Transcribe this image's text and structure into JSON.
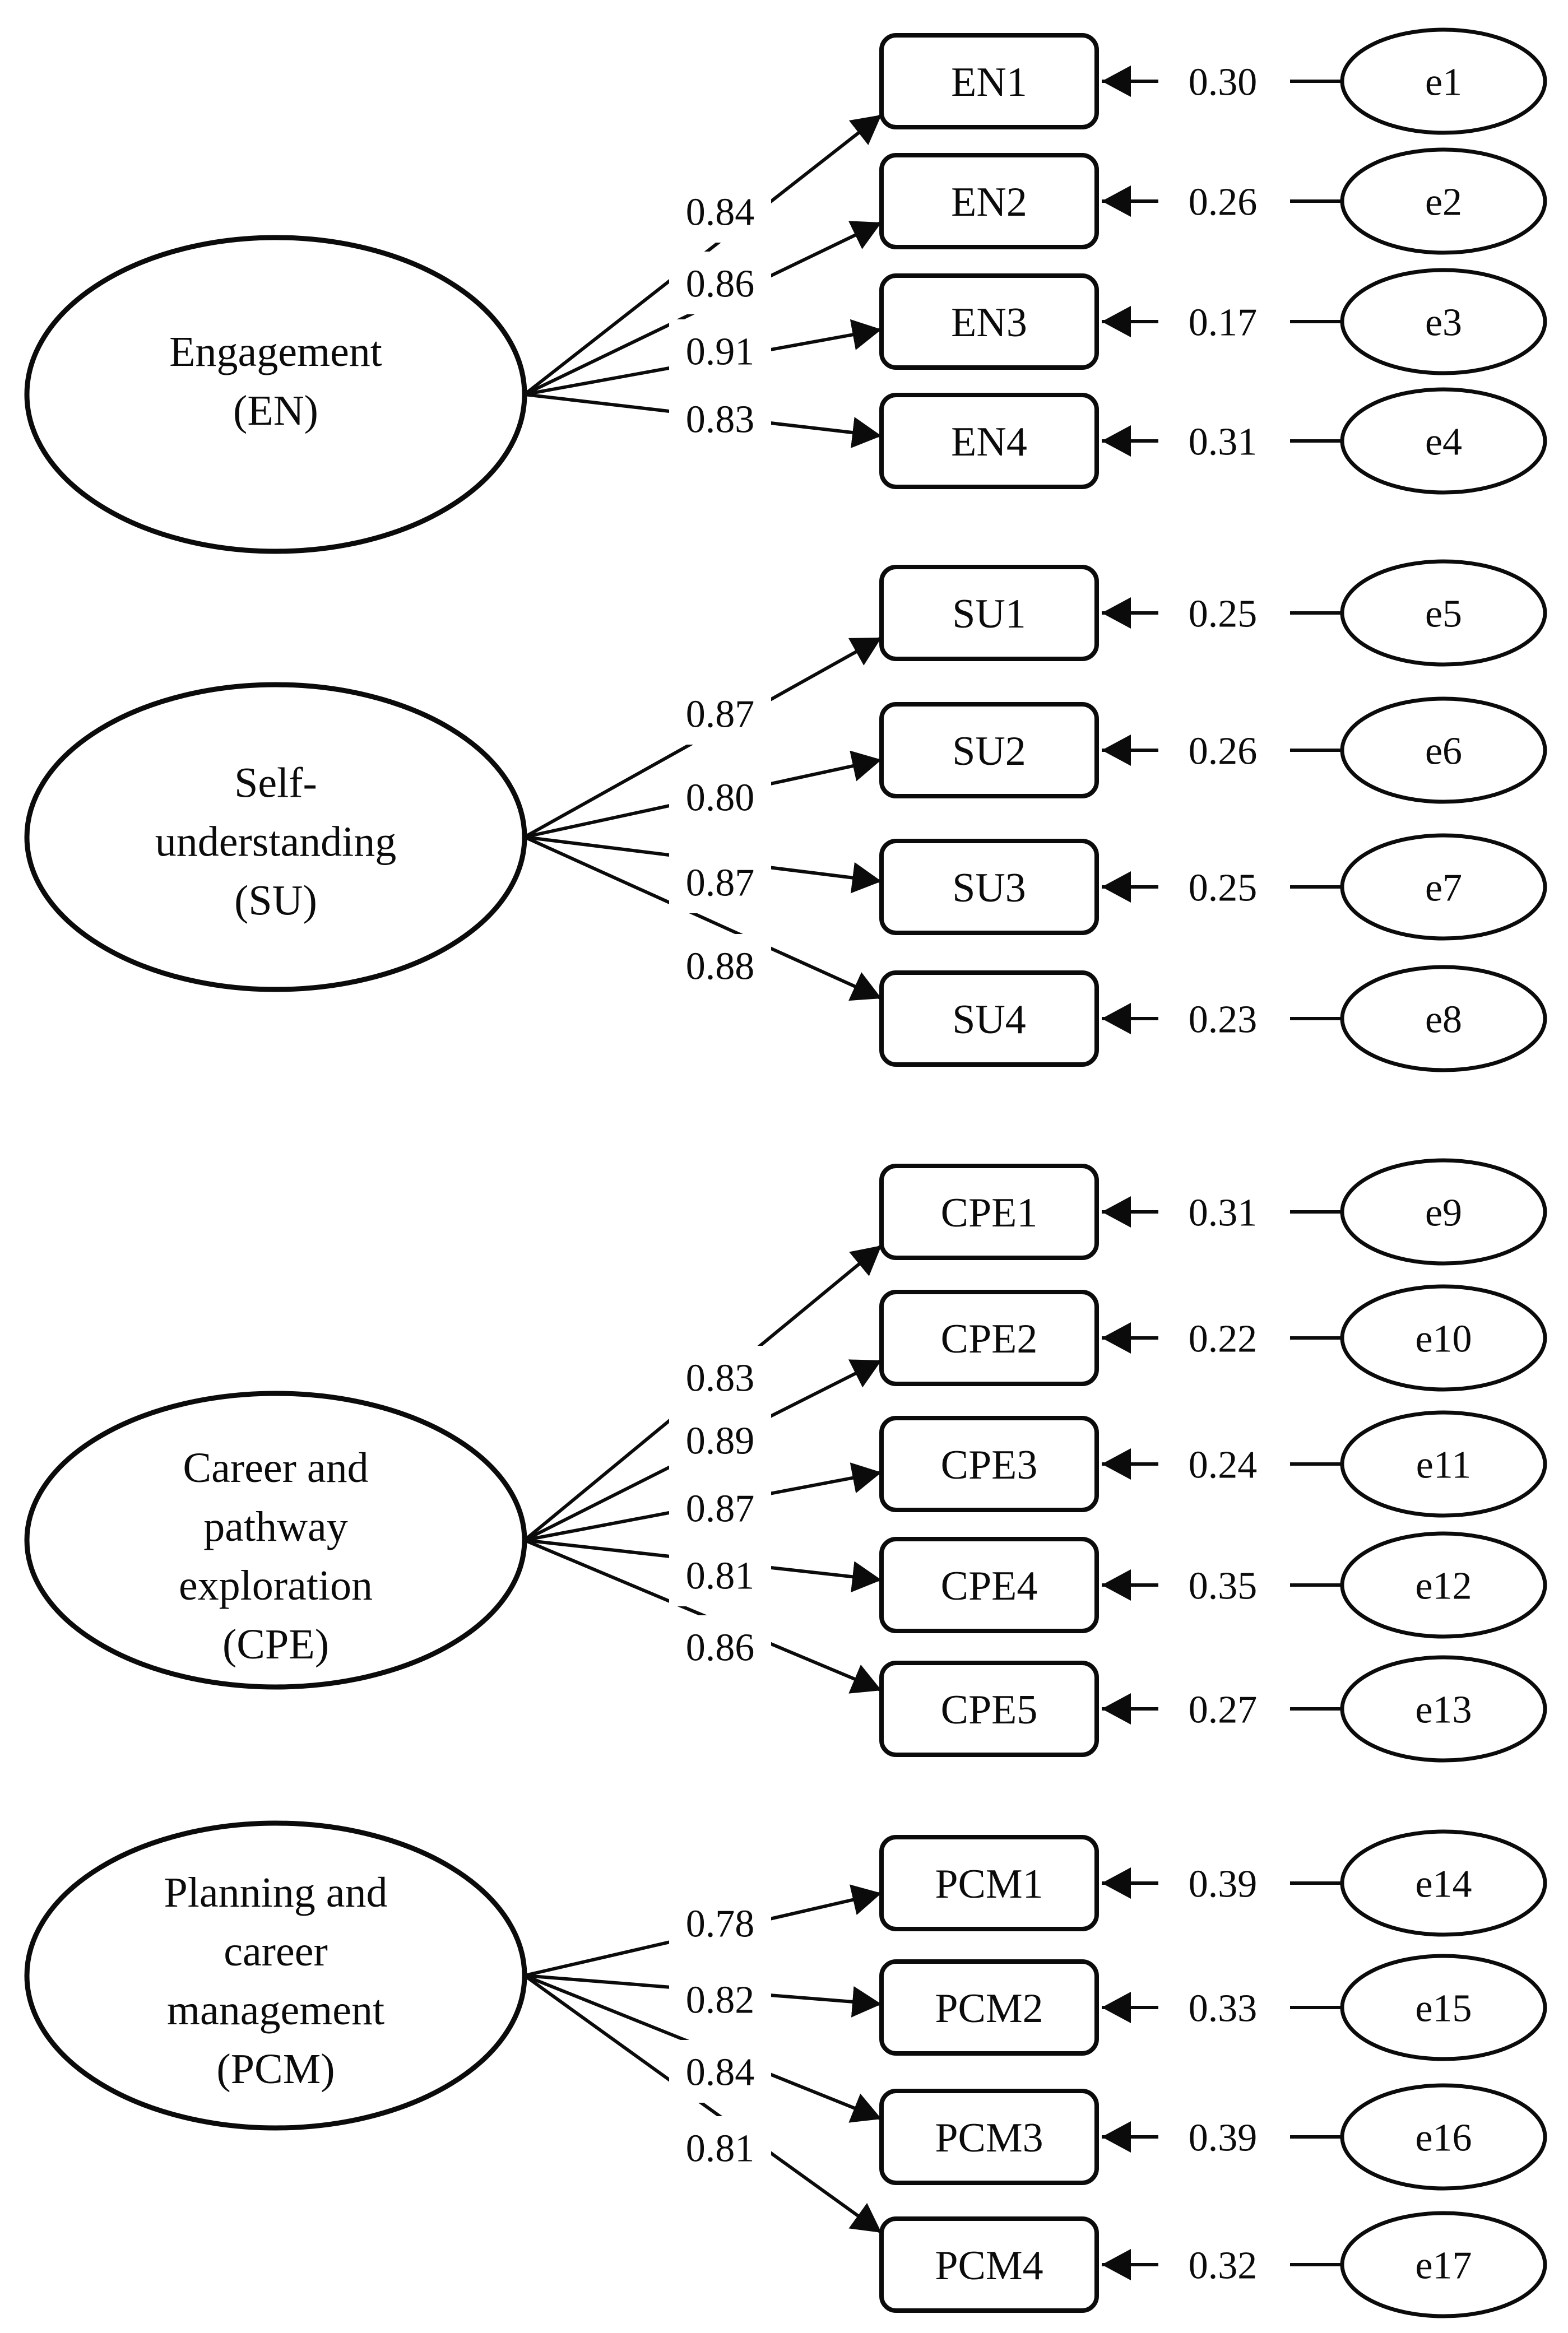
{
  "diagram": {
    "type": "confirmatory-factor-analysis-path-model",
    "colors": {
      "stroke": "#0b0b0b",
      "background": "#ffffff"
    },
    "factors": [
      {
        "id": "EN",
        "label_lines": [
          "Engagement",
          "(EN)"
        ],
        "indicators": [
          {
            "name": "EN1",
            "loading": "0.84",
            "error_value": "0.30",
            "error_name": "e1"
          },
          {
            "name": "EN2",
            "loading": "0.86",
            "error_value": "0.26",
            "error_name": "e2"
          },
          {
            "name": "EN3",
            "loading": "0.91",
            "error_value": "0.17",
            "error_name": "e3"
          },
          {
            "name": "EN4",
            "loading": "0.83",
            "error_value": "0.31",
            "error_name": "e4"
          }
        ]
      },
      {
        "id": "SU",
        "label_lines": [
          "Self-",
          "understanding",
          "(SU)"
        ],
        "indicators": [
          {
            "name": "SU1",
            "loading": "0.87",
            "error_value": "0.25",
            "error_name": "e5"
          },
          {
            "name": "SU2",
            "loading": "0.80",
            "error_value": "0.26",
            "error_name": "e6"
          },
          {
            "name": "SU3",
            "loading": "0.87",
            "error_value": "0.25",
            "error_name": "e7"
          },
          {
            "name": "SU4",
            "loading": "0.88",
            "error_value": "0.23",
            "error_name": "e8"
          }
        ]
      },
      {
        "id": "CPE",
        "label_lines": [
          "Career and",
          "pathway",
          "exploration",
          "(CPE)"
        ],
        "indicators": [
          {
            "name": "CPE1",
            "loading": "0.83",
            "error_value": "0.31",
            "error_name": "e9"
          },
          {
            "name": "CPE2",
            "loading": "0.89",
            "error_value": "0.22",
            "error_name": "e10"
          },
          {
            "name": "CPE3",
            "loading": "0.87",
            "error_value": "0.24",
            "error_name": "e11"
          },
          {
            "name": "CPE4",
            "loading": "0.81",
            "error_value": "0.35",
            "error_name": "e12"
          },
          {
            "name": "CPE5",
            "loading": "0.86",
            "error_value": "0.27",
            "error_name": "e13"
          }
        ]
      },
      {
        "id": "PCM",
        "label_lines": [
          "Planning and",
          "career",
          "management",
          "(PCM)"
        ],
        "indicators": [
          {
            "name": "PCM1",
            "loading": "0.78",
            "error_value": "0.39",
            "error_name": "e14"
          },
          {
            "name": "PCM2",
            "loading": "0.82",
            "error_value": "0.33",
            "error_name": "e15"
          },
          {
            "name": "PCM3",
            "loading": "0.84",
            "error_value": "0.39",
            "error_name": "e16"
          },
          {
            "name": "PCM4",
            "loading": "0.81",
            "error_value": "0.32",
            "error_name": "e17"
          }
        ]
      }
    ]
  }
}
